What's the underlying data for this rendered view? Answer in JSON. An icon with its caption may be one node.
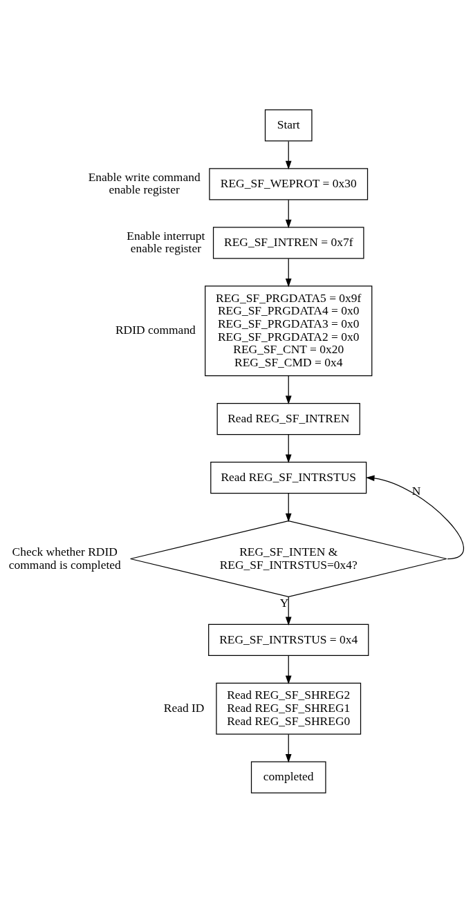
{
  "diagram": {
    "nodes": [
      {
        "text": [
          "Start"
        ]
      },
      {
        "text": [
          "REG_SF_WEPROT = 0x30"
        ],
        "beside": [
          "Enable write command enable register"
        ]
      },
      {
        "text": [
          "REG_SF_INTREN = 0x7f"
        ],
        "beside": [
          "Enable interrupt enable register"
        ]
      },
      {
        "text": [
          "REG_SF_PRGDATA5 = 0x9f",
          "REG_SF_PRGDATA4 = 0x0",
          "REG_SF_PRGDATA3 = 0x0",
          "REG_SF_PRGDATA2 = 0x0",
          "REG_SF_CNT = 0x20",
          "REG_SF_CMD = 0x4"
        ],
        "beside": [
          "RDID command"
        ]
      },
      {
        "text": [
          "Read REG_SF_INTREN"
        ]
      },
      {
        "text": [
          "Read REG_SF_INTRSTUS"
        ]
      },
      {
        "text": [
          "REG_SF_INTEN & REG_SF_INTRSTUS=0x4?"
        ],
        "beside": [
          "Check whether RDID command is completed"
        ]
      },
      {
        "text": [
          "REG_SF_INTRSTUS = 0x4"
        ]
      },
      {
        "text": [
          "Read REG_SF_SHREG2",
          "Read REG_SF_SHREG1",
          "Read REG_SF_SHREG0"
        ],
        "beside": [
          "Read ID"
        ]
      },
      {
        "text": [
          "completed"
        ]
      }
    ],
    "edges": [
      {
        "from": 0,
        "to": 1,
        "arrow": "to"
      },
      {
        "from": 1,
        "to": 2,
        "arrow": "to"
      },
      {
        "from": 2,
        "to": 3,
        "arrow": "to"
      },
      {
        "from": 3,
        "to": 4,
        "arrow": "to"
      },
      {
        "from": 4,
        "to": 5,
        "arrow": "to"
      },
      {
        "from": 5,
        "to": 6,
        "arrow": "to"
      },
      {
        "from": 6,
        "to": 7,
        "arrow": "to",
        "label": "Y"
      },
      {
        "from": 7,
        "to": 8,
        "arrow": "to"
      },
      {
        "from": 8,
        "to": 9,
        "arrow": "to"
      },
      {
        "from": 6,
        "to": 5,
        "arrow": "to",
        "label": "N"
      }
    ]
  }
}
